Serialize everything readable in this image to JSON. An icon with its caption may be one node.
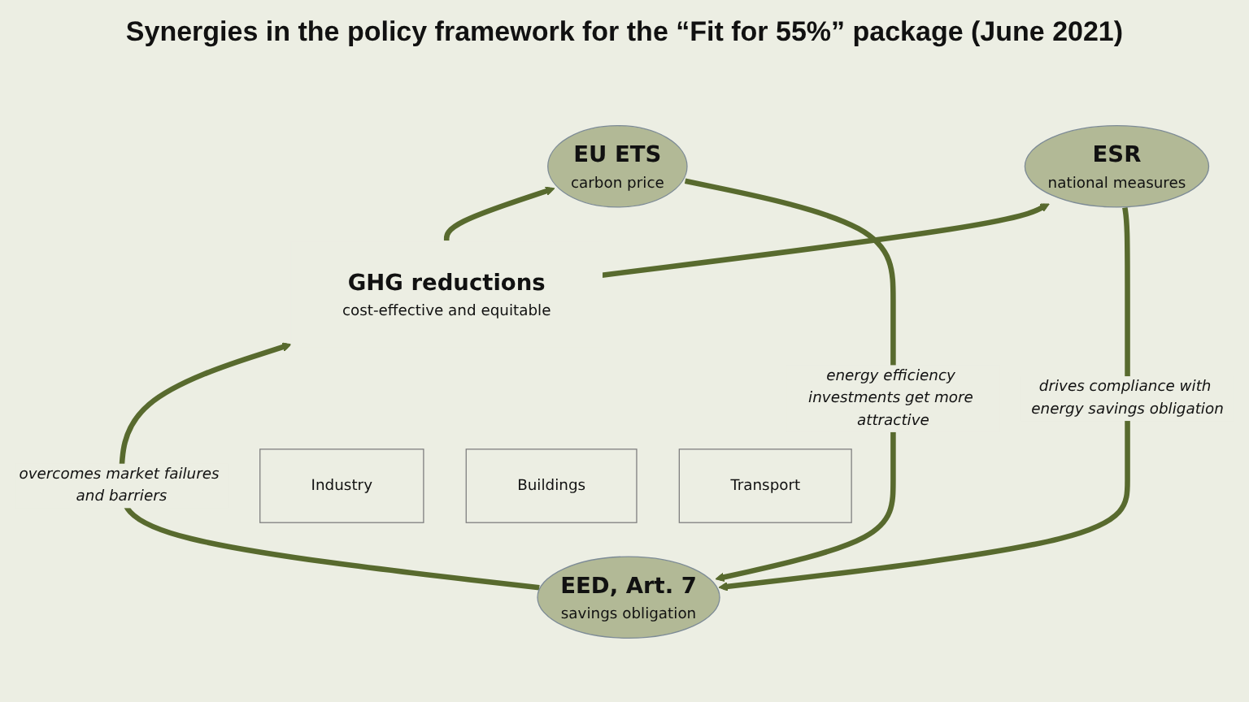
{
  "diagram": {
    "title": "Synergies in the policy framework for the “Fit for 55%” package (June 2021)",
    "nodes": [
      {
        "text": [
          "EU ETS",
          "carbon price"
        ]
      },
      {
        "text": [
          "ESR",
          "national measures"
        ]
      },
      {
        "text": [
          "GHG reductions",
          "cost-effective and equitable"
        ]
      },
      {
        "text": [
          "Industry"
        ]
      },
      {
        "text": [
          "Buildings"
        ]
      },
      {
        "text": [
          "Transport"
        ]
      },
      {
        "text": [
          "EED, Art. 7",
          "savings obligation"
        ]
      }
    ],
    "edges": [
      {
        "from": 0,
        "to": 6,
        "arrow": "to",
        "label": "energy efficiency investments get more attractive"
      },
      {
        "from": 1,
        "to": 6,
        "arrow": "to",
        "label": "drives compliance with energy savings obligation"
      },
      {
        "from": 6,
        "to": 2,
        "arrow": "to",
        "label": "overcomes market failures and barriers"
      },
      {
        "from": 2,
        "to": 0,
        "arrow": "to"
      },
      {
        "from": 2,
        "to": 1,
        "arrow": "to"
      }
    ]
  }
}
